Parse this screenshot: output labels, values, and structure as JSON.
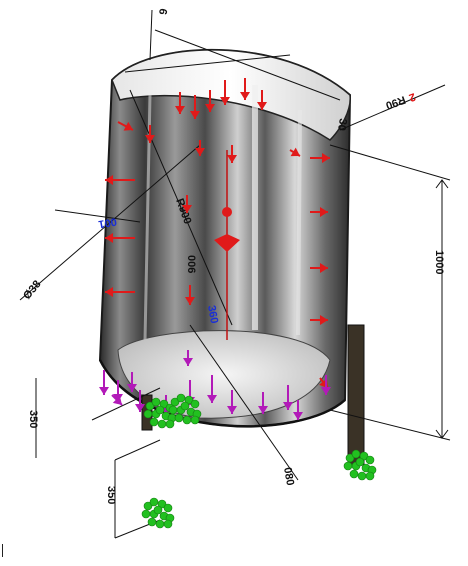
{
  "drawing": {
    "dimensions": [
      {
        "key": "height",
        "text": "1000"
      },
      {
        "key": "radius_top",
        "text": "R90"
      },
      {
        "key": "radius_top_mark",
        "text": "2"
      },
      {
        "key": "top_thickness",
        "text": "30"
      },
      {
        "key": "top_small",
        "text": "6"
      },
      {
        "key": "radius_inner",
        "text": "R900"
      },
      {
        "key": "mid_value",
        "text": "006"
      },
      {
        "key": "dia_left",
        "text": "Ø38"
      },
      {
        "key": "bottom_diag",
        "text": "080"
      },
      {
        "key": "leg_left",
        "text": "350"
      },
      {
        "key": "leg_bottom",
        "text": "350"
      }
    ],
    "blue_labels": [
      {
        "key": "left_blue",
        "text": "001"
      },
      {
        "key": "center_blue",
        "text": "360"
      }
    ],
    "colors": {
      "load_arrow": "#e01a1a",
      "fixture_arrow": "#b21ab8",
      "fixture_marker": "#22c020",
      "dimension_line": "#111111",
      "tank_dark": "#3c3c3c",
      "tank_light": "#d8d8d8"
    }
  }
}
